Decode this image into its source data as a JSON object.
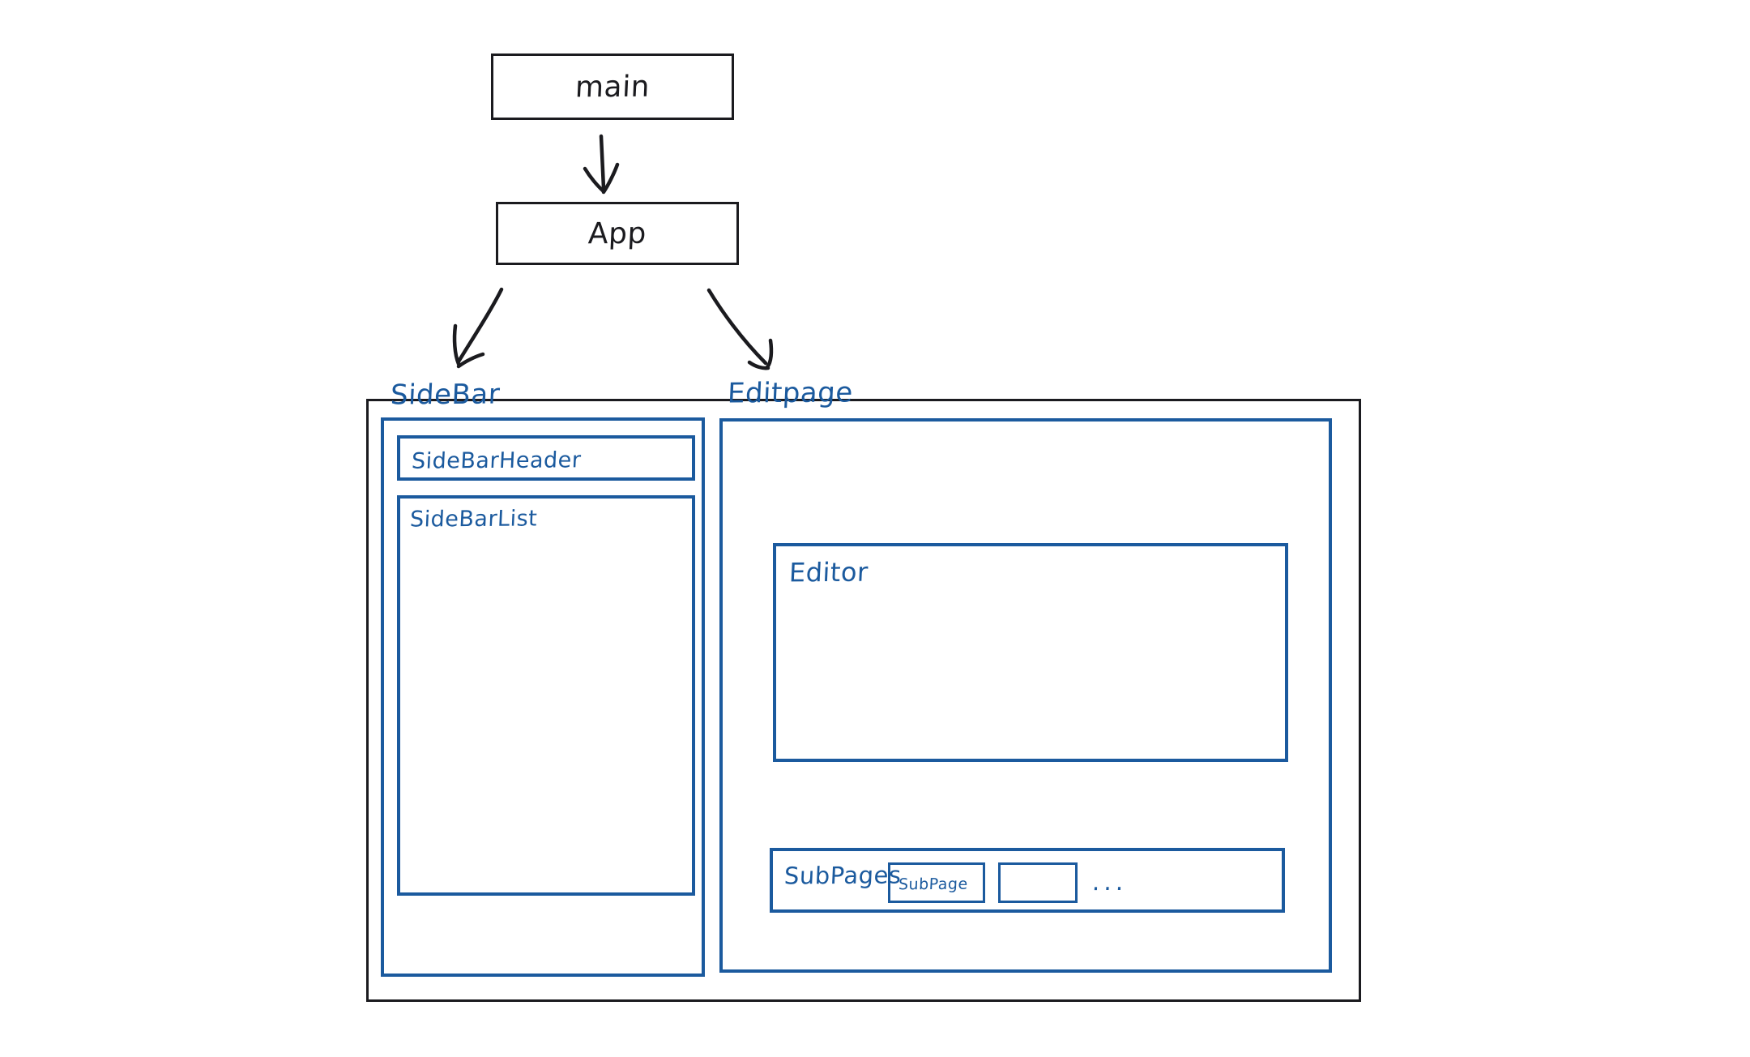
{
  "diagram": {
    "type": "component-hierarchy-sketch",
    "style": "hand-drawn whiteboard sketch",
    "colors": {
      "ink_black": "#1b1b1f",
      "ink_blue": "#1b5a9e",
      "background": "#ffffff"
    },
    "nodes": {
      "main": {
        "label": "main"
      },
      "app": {
        "label": "App"
      }
    },
    "arrows": [
      {
        "name": "main-to-app",
        "from": "main",
        "to": "App",
        "direction": "down"
      },
      {
        "name": "app-to-sidebar",
        "from": "App",
        "to": "SideBar",
        "direction": "down-left"
      },
      {
        "name": "app-to-editpage",
        "from": "App",
        "to": "Editpage",
        "direction": "down-right"
      }
    ],
    "layout": {
      "sidebar": {
        "label": "SideBar",
        "header": {
          "label": "SideBarHeader"
        },
        "list": {
          "label": "SideBarList"
        }
      },
      "editpage": {
        "label": "Editpage",
        "editor": {
          "label": "Editor"
        },
        "subpages": {
          "label": "SubPages",
          "items": [
            {
              "label": "SubPage"
            },
            {
              "label": ""
            }
          ],
          "overflow": "..."
        }
      }
    }
  }
}
